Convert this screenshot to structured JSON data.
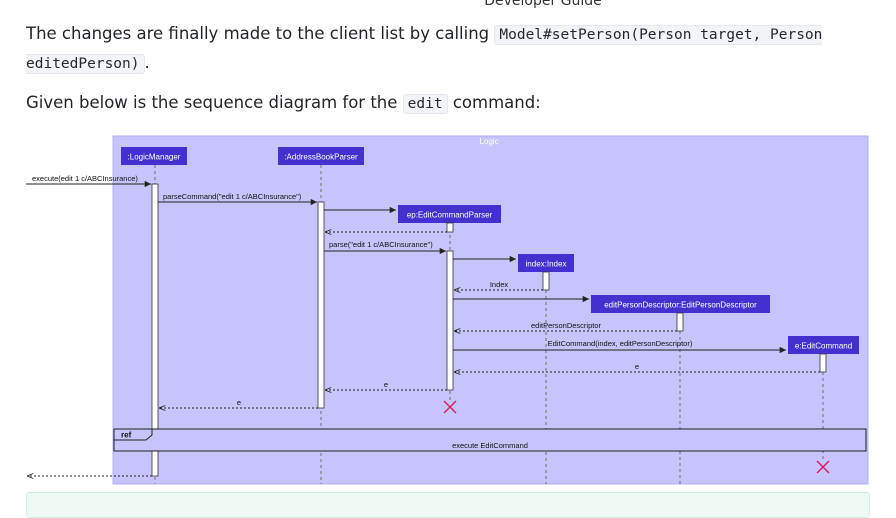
{
  "header": {
    "title": "Developer Guide"
  },
  "paragraph1": {
    "before": "The changes are finally made to the client list by calling ",
    "code": "Model#setPerson(Person target, Person editedPerson)",
    "after": "."
  },
  "paragraph2": {
    "before": "Given below is the sequence diagram for the ",
    "code": "edit",
    "after": " command:"
  },
  "diagram": {
    "frame_label": "Logic",
    "participants": {
      "logic_manager": ":LogicManager",
      "address_book_parser": ":AddressBookParser",
      "edit_command_parser": "ep:EditCommandParser",
      "index": "index:Index",
      "edit_person_descriptor": "editPersonDescriptor:EditPersonDescriptor",
      "edit_command": "e:EditCommand"
    },
    "messages": {
      "execute": "execute(edit 1 c/ABCInsurance)",
      "parse_command": "parseCommand(\"edit 1 c/ABCInsurance\")",
      "parse": "parse(\"edit 1 c/ABCInsurance\")",
      "index_return": "Index",
      "descriptor_return": "editPersonDescriptor",
      "edit_command_create": "EditCommand(index, editPersonDescriptor)",
      "e_return_1": "e",
      "e_return_2": "e",
      "e_return_3": "e"
    },
    "ref": {
      "tag": "ref",
      "label": "execute EditCommand"
    }
  }
}
